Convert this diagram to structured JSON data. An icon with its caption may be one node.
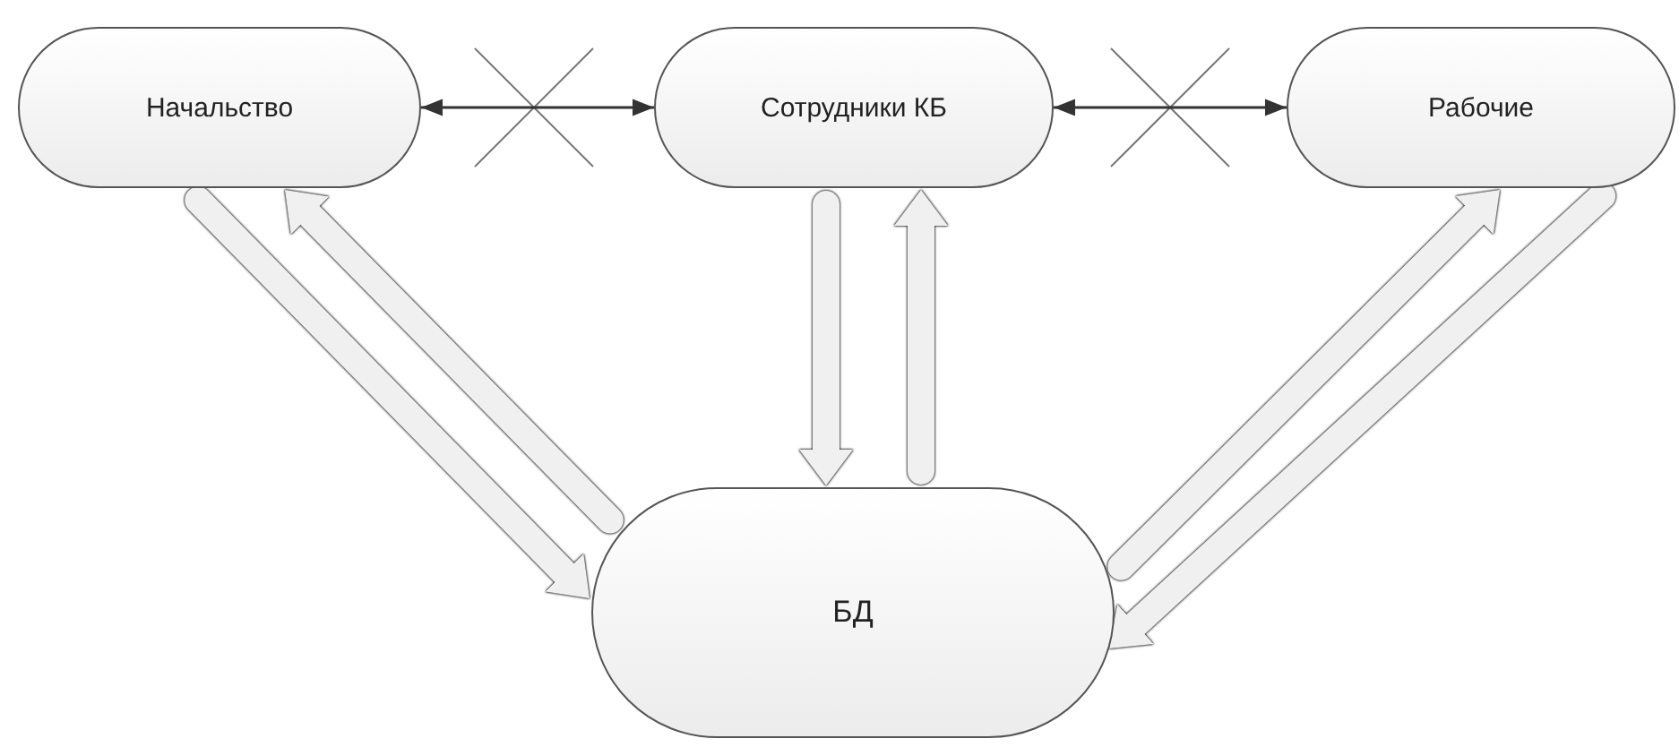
{
  "diagram": {
    "nodes": [
      {
        "text": [
          "Начальство"
        ]
      },
      {
        "text": [
          "Сотрудники КБ"
        ]
      },
      {
        "text": [
          "Рабочие"
        ]
      },
      {
        "text": [
          "БД"
        ]
      }
    ],
    "edges": [
      {
        "from": 0,
        "to": 1,
        "arrow": "both",
        "color": "#333333"
      },
      {
        "from": 1,
        "to": 2,
        "arrow": "both",
        "color": "#333333"
      },
      {
        "from": 0,
        "to": 3,
        "arrow": "to"
      },
      {
        "from": 3,
        "to": 0,
        "arrow": "to"
      },
      {
        "from": 1,
        "to": 3,
        "arrow": "to"
      },
      {
        "from": 3,
        "to": 1,
        "arrow": "to"
      },
      {
        "from": 3,
        "to": 2,
        "arrow": "to"
      },
      {
        "from": 2,
        "to": 3,
        "arrow": "to"
      }
    ]
  }
}
